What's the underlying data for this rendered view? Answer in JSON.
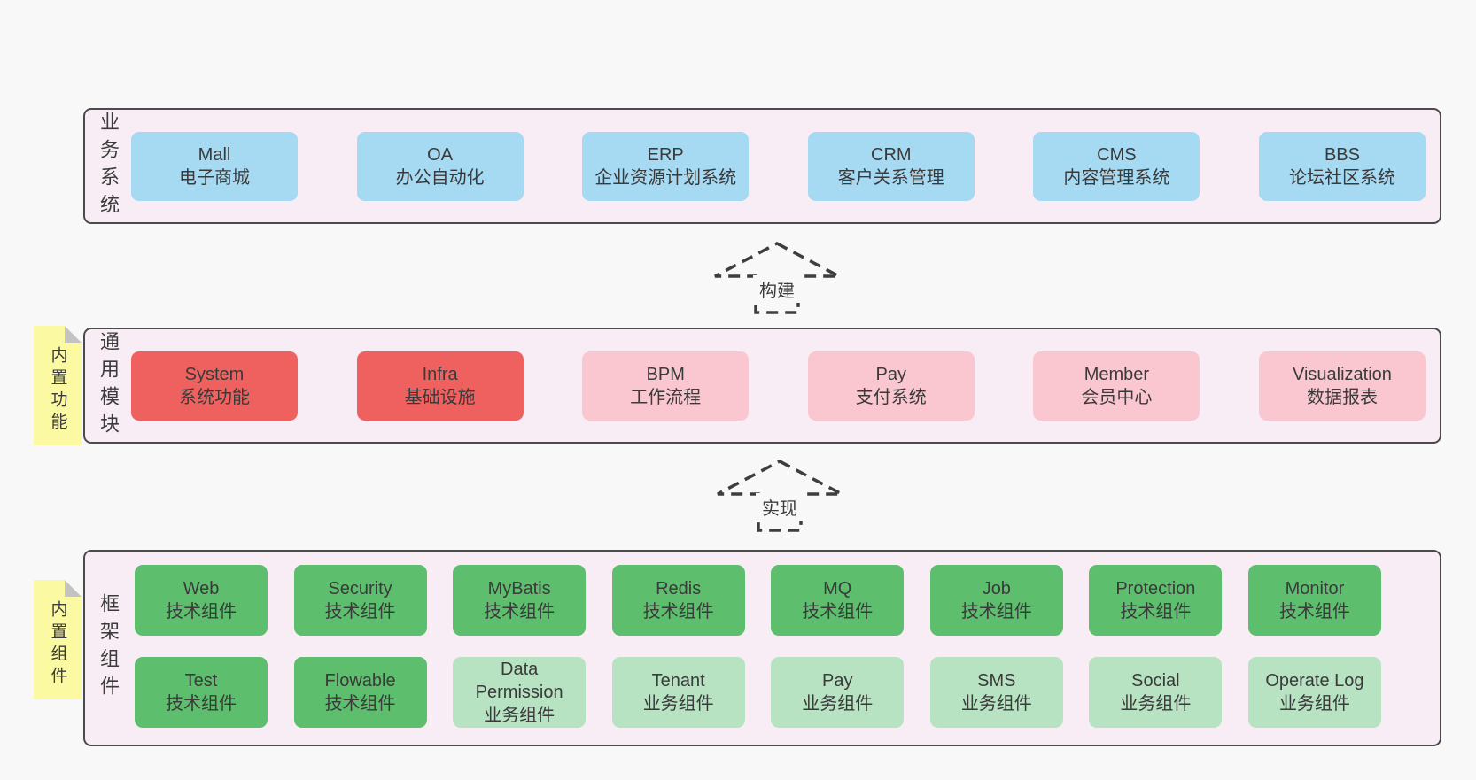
{
  "colors": {
    "page_bg": "#f8f8f8",
    "band_bg": "#f8edf5",
    "band_border": "#4b4b4b",
    "blue_box": "#a6d9f2",
    "red_box": "#ef615f",
    "pink_box": "#fac6d0",
    "green_dark_box": "#5dbf6e",
    "green_light_box": "#b7e3c2",
    "note_yellow": "#fbf9a1",
    "note_fold_gray": "#c3c3c3",
    "text": "#3c3c3c"
  },
  "arrows": [
    {
      "label": "构建"
    },
    {
      "label": "实现"
    }
  ],
  "bands": [
    {
      "label": "业务系统",
      "boxes": [
        {
          "name": "Mall",
          "desc": "电子商城"
        },
        {
          "name": "OA",
          "desc": "办公自动化"
        },
        {
          "name": "ERP",
          "desc": "企业资源计划系统"
        },
        {
          "name": "CRM",
          "desc": "客户关系管理"
        },
        {
          "name": "CMS",
          "desc": "内容管理系统"
        },
        {
          "name": "BBS",
          "desc": "论坛社区系统"
        }
      ]
    },
    {
      "label": "通用模块",
      "note": "内置功能",
      "boxes": [
        {
          "name": "System",
          "desc": "系统功能"
        },
        {
          "name": "Infra",
          "desc": "基础设施"
        },
        {
          "name": "BPM",
          "desc": "工作流程"
        },
        {
          "name": "Pay",
          "desc": "支付系统"
        },
        {
          "name": "Member",
          "desc": "会员中心"
        },
        {
          "name": "Visualization",
          "desc": "数据报表"
        }
      ]
    },
    {
      "label": "框架组件",
      "note": "内置组件",
      "rows": [
        [
          {
            "name": "Web",
            "desc": "技术组件"
          },
          {
            "name": "Security",
            "desc": "技术组件"
          },
          {
            "name": "MyBatis",
            "desc": "技术组件"
          },
          {
            "name": "Redis",
            "desc": "技术组件"
          },
          {
            "name": "MQ",
            "desc": "技术组件"
          },
          {
            "name": "Job",
            "desc": "技术组件"
          },
          {
            "name": "Protection",
            "desc": "技术组件"
          },
          {
            "name": "Monitor",
            "desc": "技术组件"
          }
        ],
        [
          {
            "name": "Test",
            "desc": "技术组件"
          },
          {
            "name": "Flowable",
            "desc": "技术组件"
          },
          {
            "name": "Data Permission",
            "desc": "业务组件"
          },
          {
            "name": "Tenant",
            "desc": "业务组件"
          },
          {
            "name": "Pay",
            "desc": "业务组件"
          },
          {
            "name": "SMS",
            "desc": "业务组件"
          },
          {
            "name": "Social",
            "desc": "业务组件"
          },
          {
            "name": "Operate Log",
            "desc": "业务组件"
          }
        ]
      ]
    }
  ]
}
